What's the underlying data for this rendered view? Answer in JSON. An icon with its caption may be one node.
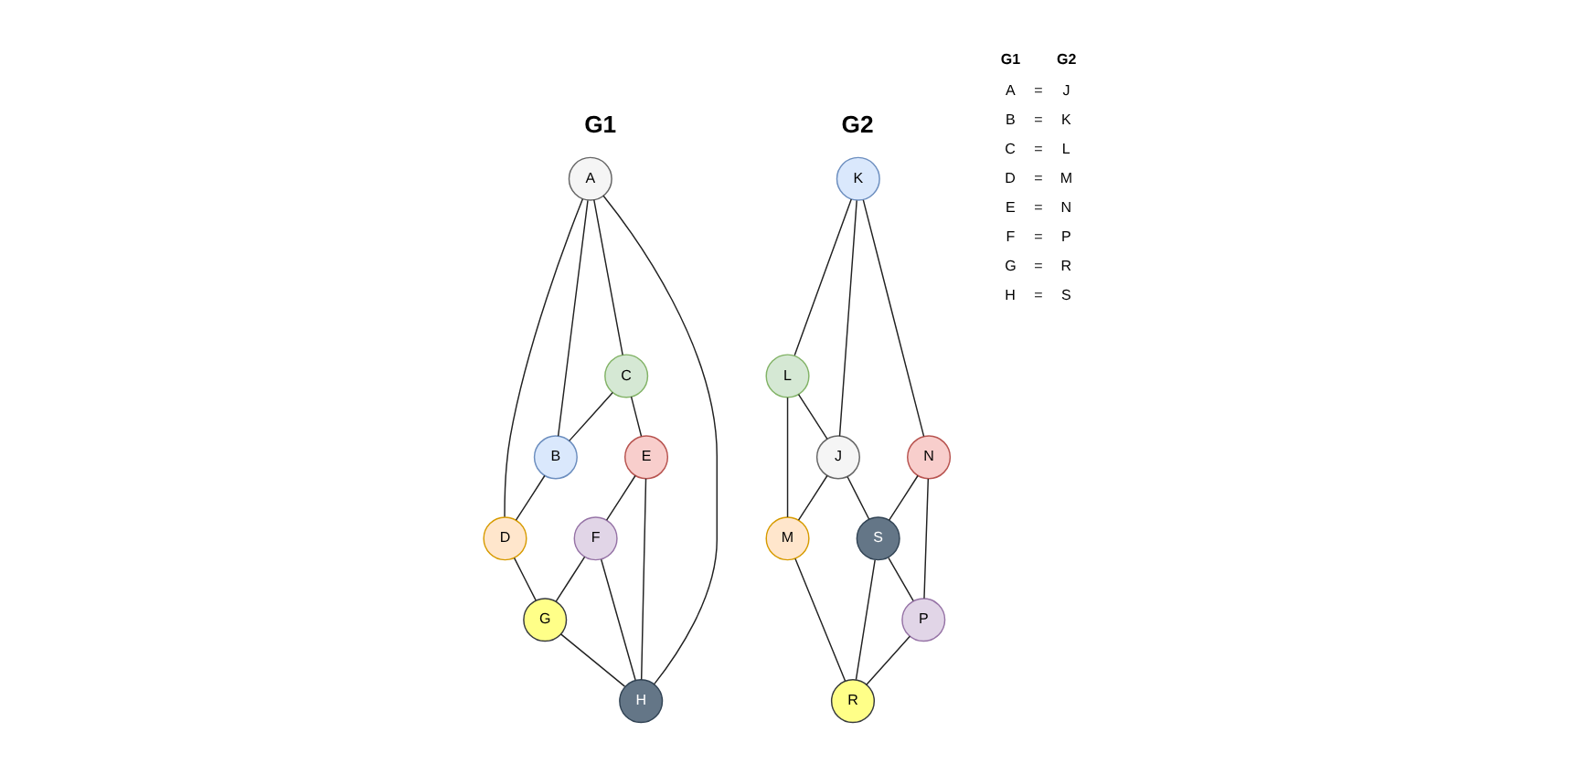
{
  "diagram": {
    "nodes": [
      {
        "text": [
          "A"
        ]
      },
      {
        "text": [
          "B"
        ]
      },
      {
        "text": [
          "C"
        ]
      },
      {
        "text": [
          "D"
        ]
      },
      {
        "text": [
          "E"
        ]
      },
      {
        "text": [
          "F"
        ]
      },
      {
        "text": [
          "G"
        ]
      },
      {
        "text": [
          "H"
        ]
      },
      {
        "text": [
          "K"
        ]
      },
      {
        "text": [
          "L"
        ]
      },
      {
        "text": [
          "J"
        ]
      },
      {
        "text": [
          "M"
        ]
      },
      {
        "text": [
          "N"
        ]
      },
      {
        "text": [
          "S"
        ]
      },
      {
        "text": [
          "P"
        ]
      },
      {
        "text": [
          "R"
        ]
      }
    ],
    "edges": [
      {
        "from": 0,
        "to": 2,
        "arrow": "none"
      },
      {
        "from": 0,
        "to": 1,
        "arrow": "none"
      },
      {
        "from": 0,
        "to": 3,
        "arrow": "none"
      },
      {
        "from": 0,
        "to": 7,
        "arrow": "none"
      },
      {
        "from": 2,
        "to": 1,
        "arrow": "none"
      },
      {
        "from": 1,
        "to": 3,
        "arrow": "none"
      },
      {
        "from": 2,
        "to": 4,
        "arrow": "none"
      },
      {
        "from": 3,
        "to": 6,
        "arrow": "none"
      },
      {
        "from": 4,
        "to": 5,
        "arrow": "none"
      },
      {
        "from": 4,
        "to": 7,
        "arrow": "none"
      },
      {
        "from": 5,
        "to": 7,
        "arrow": "none"
      },
      {
        "from": 5,
        "to": 6,
        "arrow": "none"
      },
      {
        "from": 6,
        "to": 7,
        "arrow": "none"
      },
      {
        "from": 8,
        "to": 9,
        "arrow": "none"
      },
      {
        "from": 8,
        "to": 10,
        "arrow": "none"
      },
      {
        "from": 8,
        "to": 12,
        "arrow": "none"
      },
      {
        "from": 9,
        "to": 10,
        "arrow": "none"
      },
      {
        "from": 9,
        "to": 11,
        "arrow": "none"
      },
      {
        "from": 10,
        "to": 11,
        "arrow": "none"
      },
      {
        "from": 10,
        "to": 13,
        "arrow": "none"
      },
      {
        "from": 12,
        "to": 13,
        "arrow": "none"
      },
      {
        "from": 12,
        "to": 14,
        "arrow": "none"
      },
      {
        "from": 13,
        "to": 14,
        "arrow": "none"
      },
      {
        "from": 13,
        "to": 15,
        "arrow": "none"
      },
      {
        "from": 14,
        "to": 15,
        "arrow": "none"
      },
      {
        "from": 11,
        "to": 15,
        "arrow": "none"
      }
    ],
    "labels": [
      "G1",
      "G2",
      "G1",
      "G2",
      "A",
      "=",
      "J",
      "B",
      "=",
      "K",
      "C",
      "=",
      "L",
      "D",
      "=",
      "M",
      "E",
      "=",
      "N",
      "F",
      "=",
      "P",
      "G",
      "=",
      "R",
      "H",
      "=",
      "S"
    ]
  }
}
